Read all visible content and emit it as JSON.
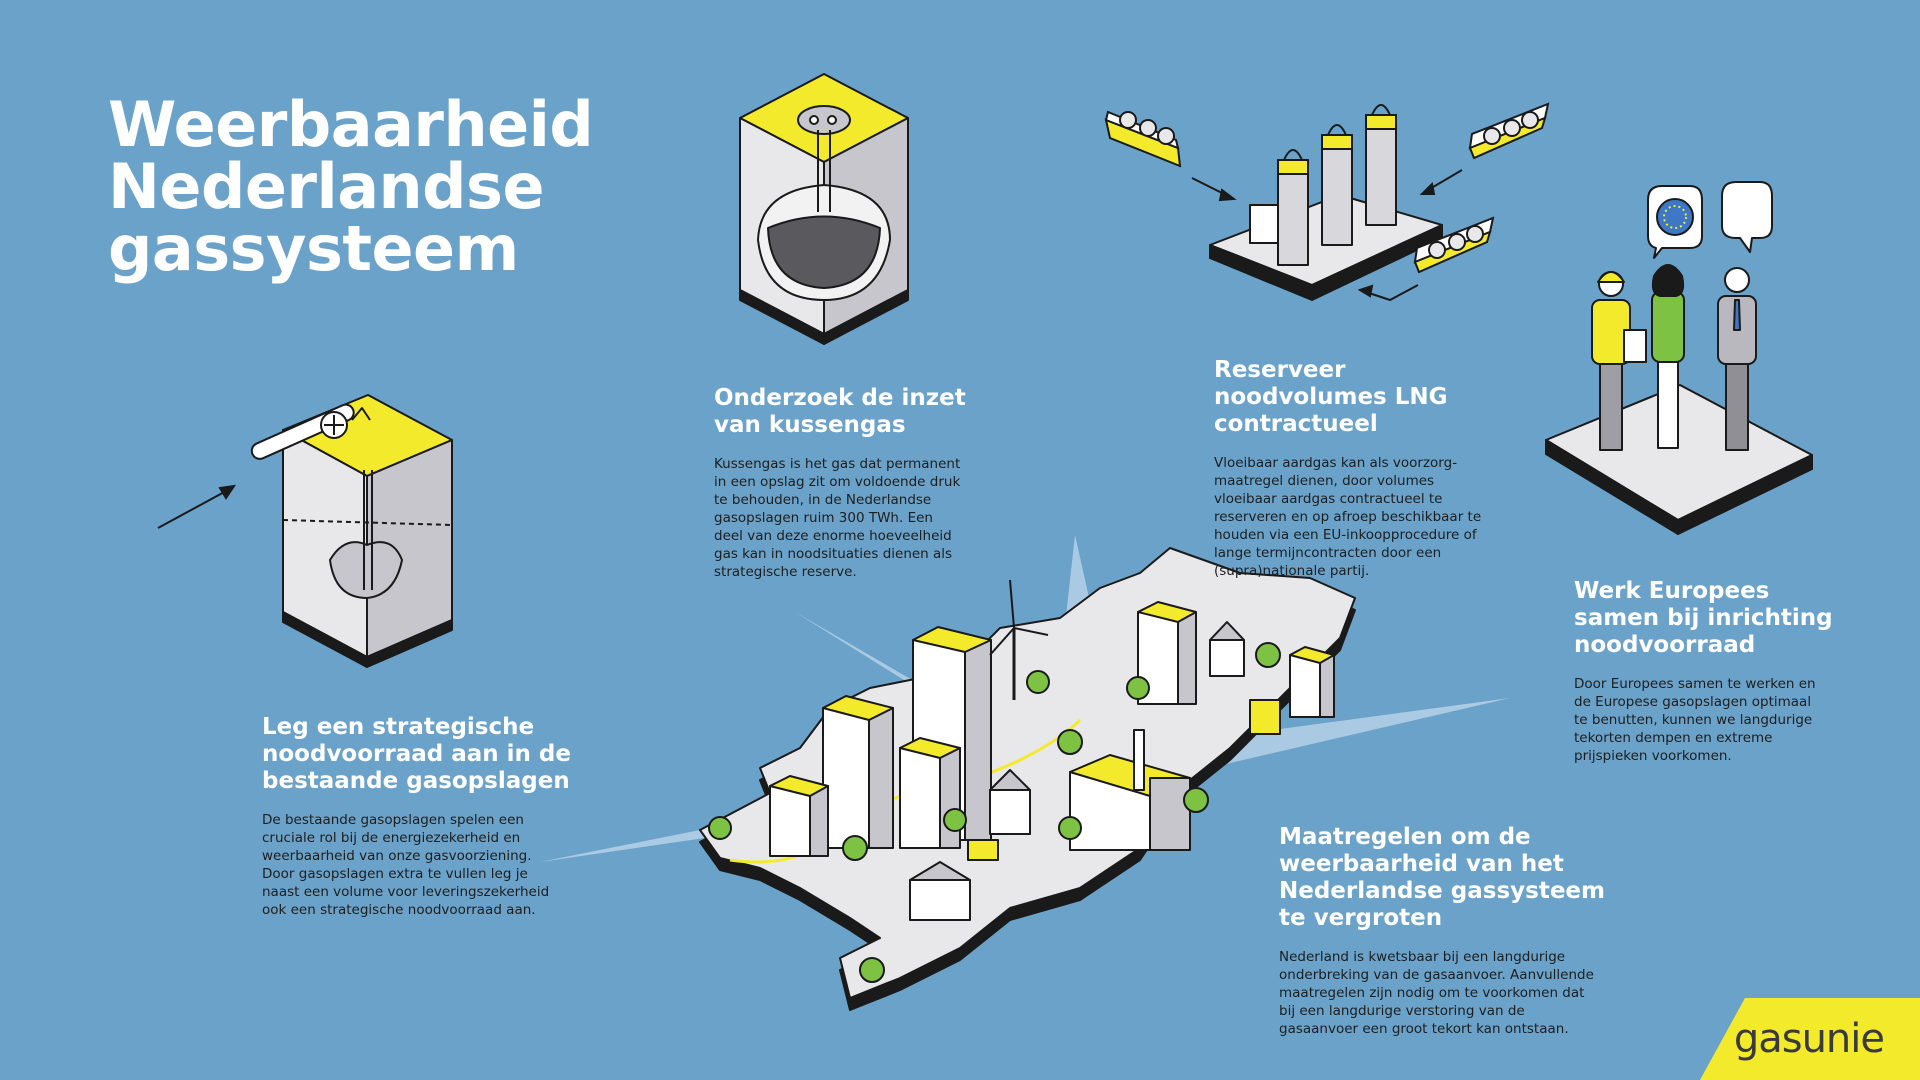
{
  "title": "Weerbaarheid\nNederlandse\ngassysteem",
  "colors": {
    "background": "#6aa2c9",
    "accent_yellow": "#f4ea2c",
    "outline": "#1a1a1a",
    "light_grey": "#e8e8ea",
    "mid_grey": "#bdbdc2",
    "tree_green": "#7dc242"
  },
  "sections": {
    "strategic_reserve": {
      "heading": "Leg een strategische\nnoodvoorraad aan in de\nbestaande gasopslagen",
      "body": "De bestaande gasopslagen spelen een\ncruciale rol bij de energiezekerheid en\nweerbaarheid van onze gasvoorziening.\nDoor gasopslagen extra te vullen leg je\nnaast een volume voor leveringszekerheid\nook een strategische noodvoorraad aan."
    },
    "cushion_gas": {
      "heading": "Onderzoek de inzet\nvan kussengas",
      "body": "Kussengas is het gas dat permanent\nin een opslag zit om voldoende druk\nte behouden, in de Nederlandse\ngasopslagen ruim 300 TWh. Een\ndeel van deze enorme hoeveelheid\ngas kan in noodsituaties dienen als\nstrategische reserve."
    },
    "lng": {
      "heading": "Reserveer\nnoodvolumes LNG\ncontractueel",
      "body": "Vloeibaar aardgas kan als voorzorg-\nmaatregel dienen, door volumes\nvloeibaar aardgas contractueel te\nreserveren en op afroep beschikbaar te\nhouden via een EU-inkoopprocedure of\nlange termijncontracten door een\n(supra)nationale partij."
    },
    "european": {
      "heading": "Werk Europees\nsamen bij inrichting\nnoodvoorraad",
      "body": "Door Europees samen te werken en\nde Europese gasopslagen optimaal\nte benutten, kunnen we langdurige\ntekorten dempen en extreme\nprijspieken voorkomen."
    },
    "measures": {
      "heading": "Maatregelen om de\nweerbaarheid van het\nNederlandse gassysteem\nte vergroten",
      "body": "Nederland is kwetsbaar bij een langdurige\nonderbreking van de gasaanvoer. Aanvullende\nmaatregelen zijn nodig om te voorkomen dat\nbij een langdurige verstoring van de\ngasaanvoer een groot tekort kan ontstaan."
    }
  },
  "logo": {
    "text": "gasunie"
  }
}
